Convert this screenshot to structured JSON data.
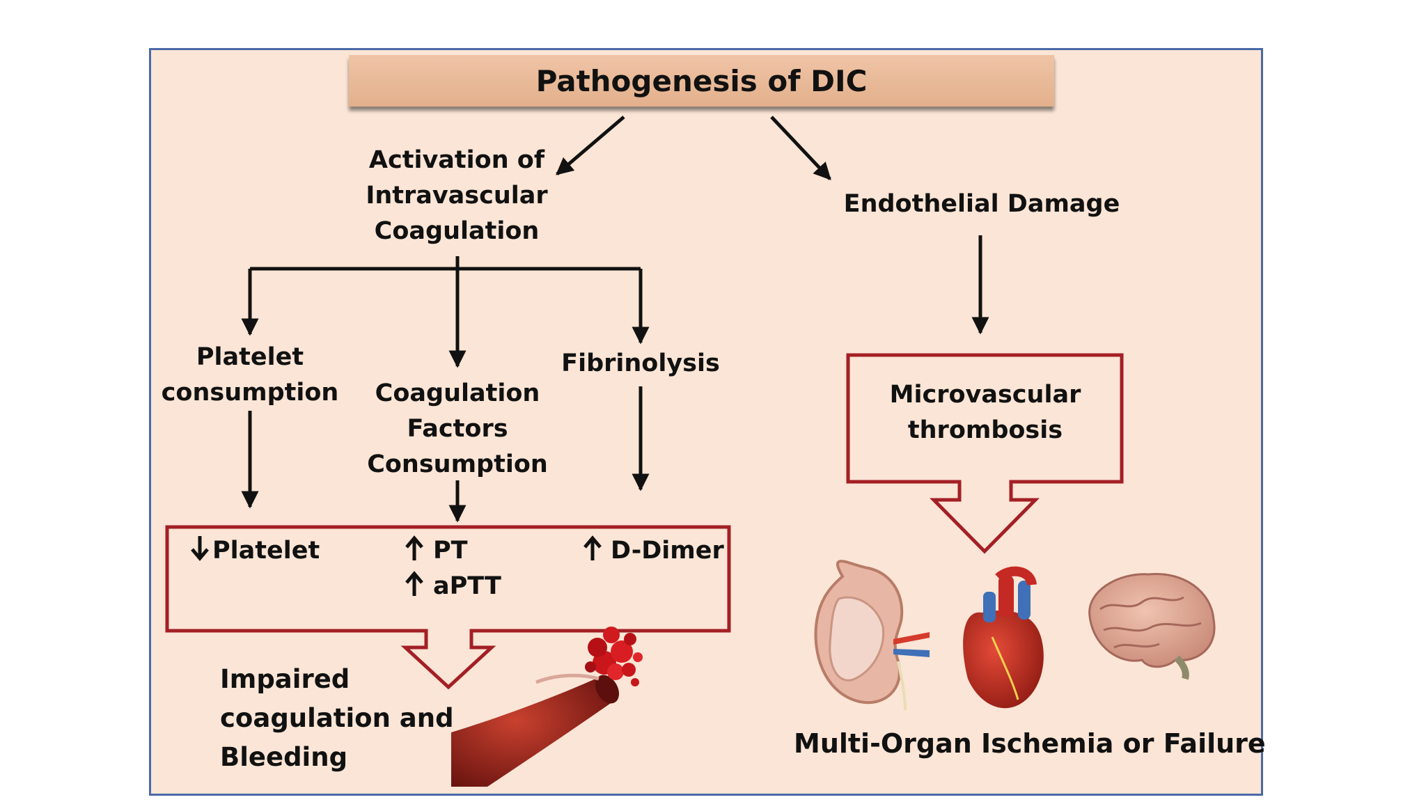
{
  "title": "Pathogenesis of DIC",
  "nodes": {
    "activation": "Activation of\nIntravascular\nCoagulation",
    "endothelial": "Endothelial Damage",
    "platelet_consumption": "Platelet\nconsumption",
    "factor_consumption": "Coagulation\nFactors\nConsumption",
    "fibrinolysis": "Fibrinolysis",
    "microvascular": "Microvascular\nthrombosis",
    "bleeding": "Impaired\ncoagulation and\nBleeding",
    "organ_failure": "Multi-Organ Ischemia or Failure"
  },
  "lab_findings": {
    "platelet": "Platelet",
    "pt": "PT",
    "aptt": "aPTT",
    "ddimer": "D-Dimer"
  },
  "illustrations": [
    "kidney",
    "heart",
    "brain",
    "ruptured-blood-vessel"
  ],
  "colors": {
    "background": "#fbe5d6",
    "frame_border": "#4a69a8",
    "title_fill": "#e9b999",
    "box_border": "#a31f25",
    "arrow": "#111111"
  }
}
